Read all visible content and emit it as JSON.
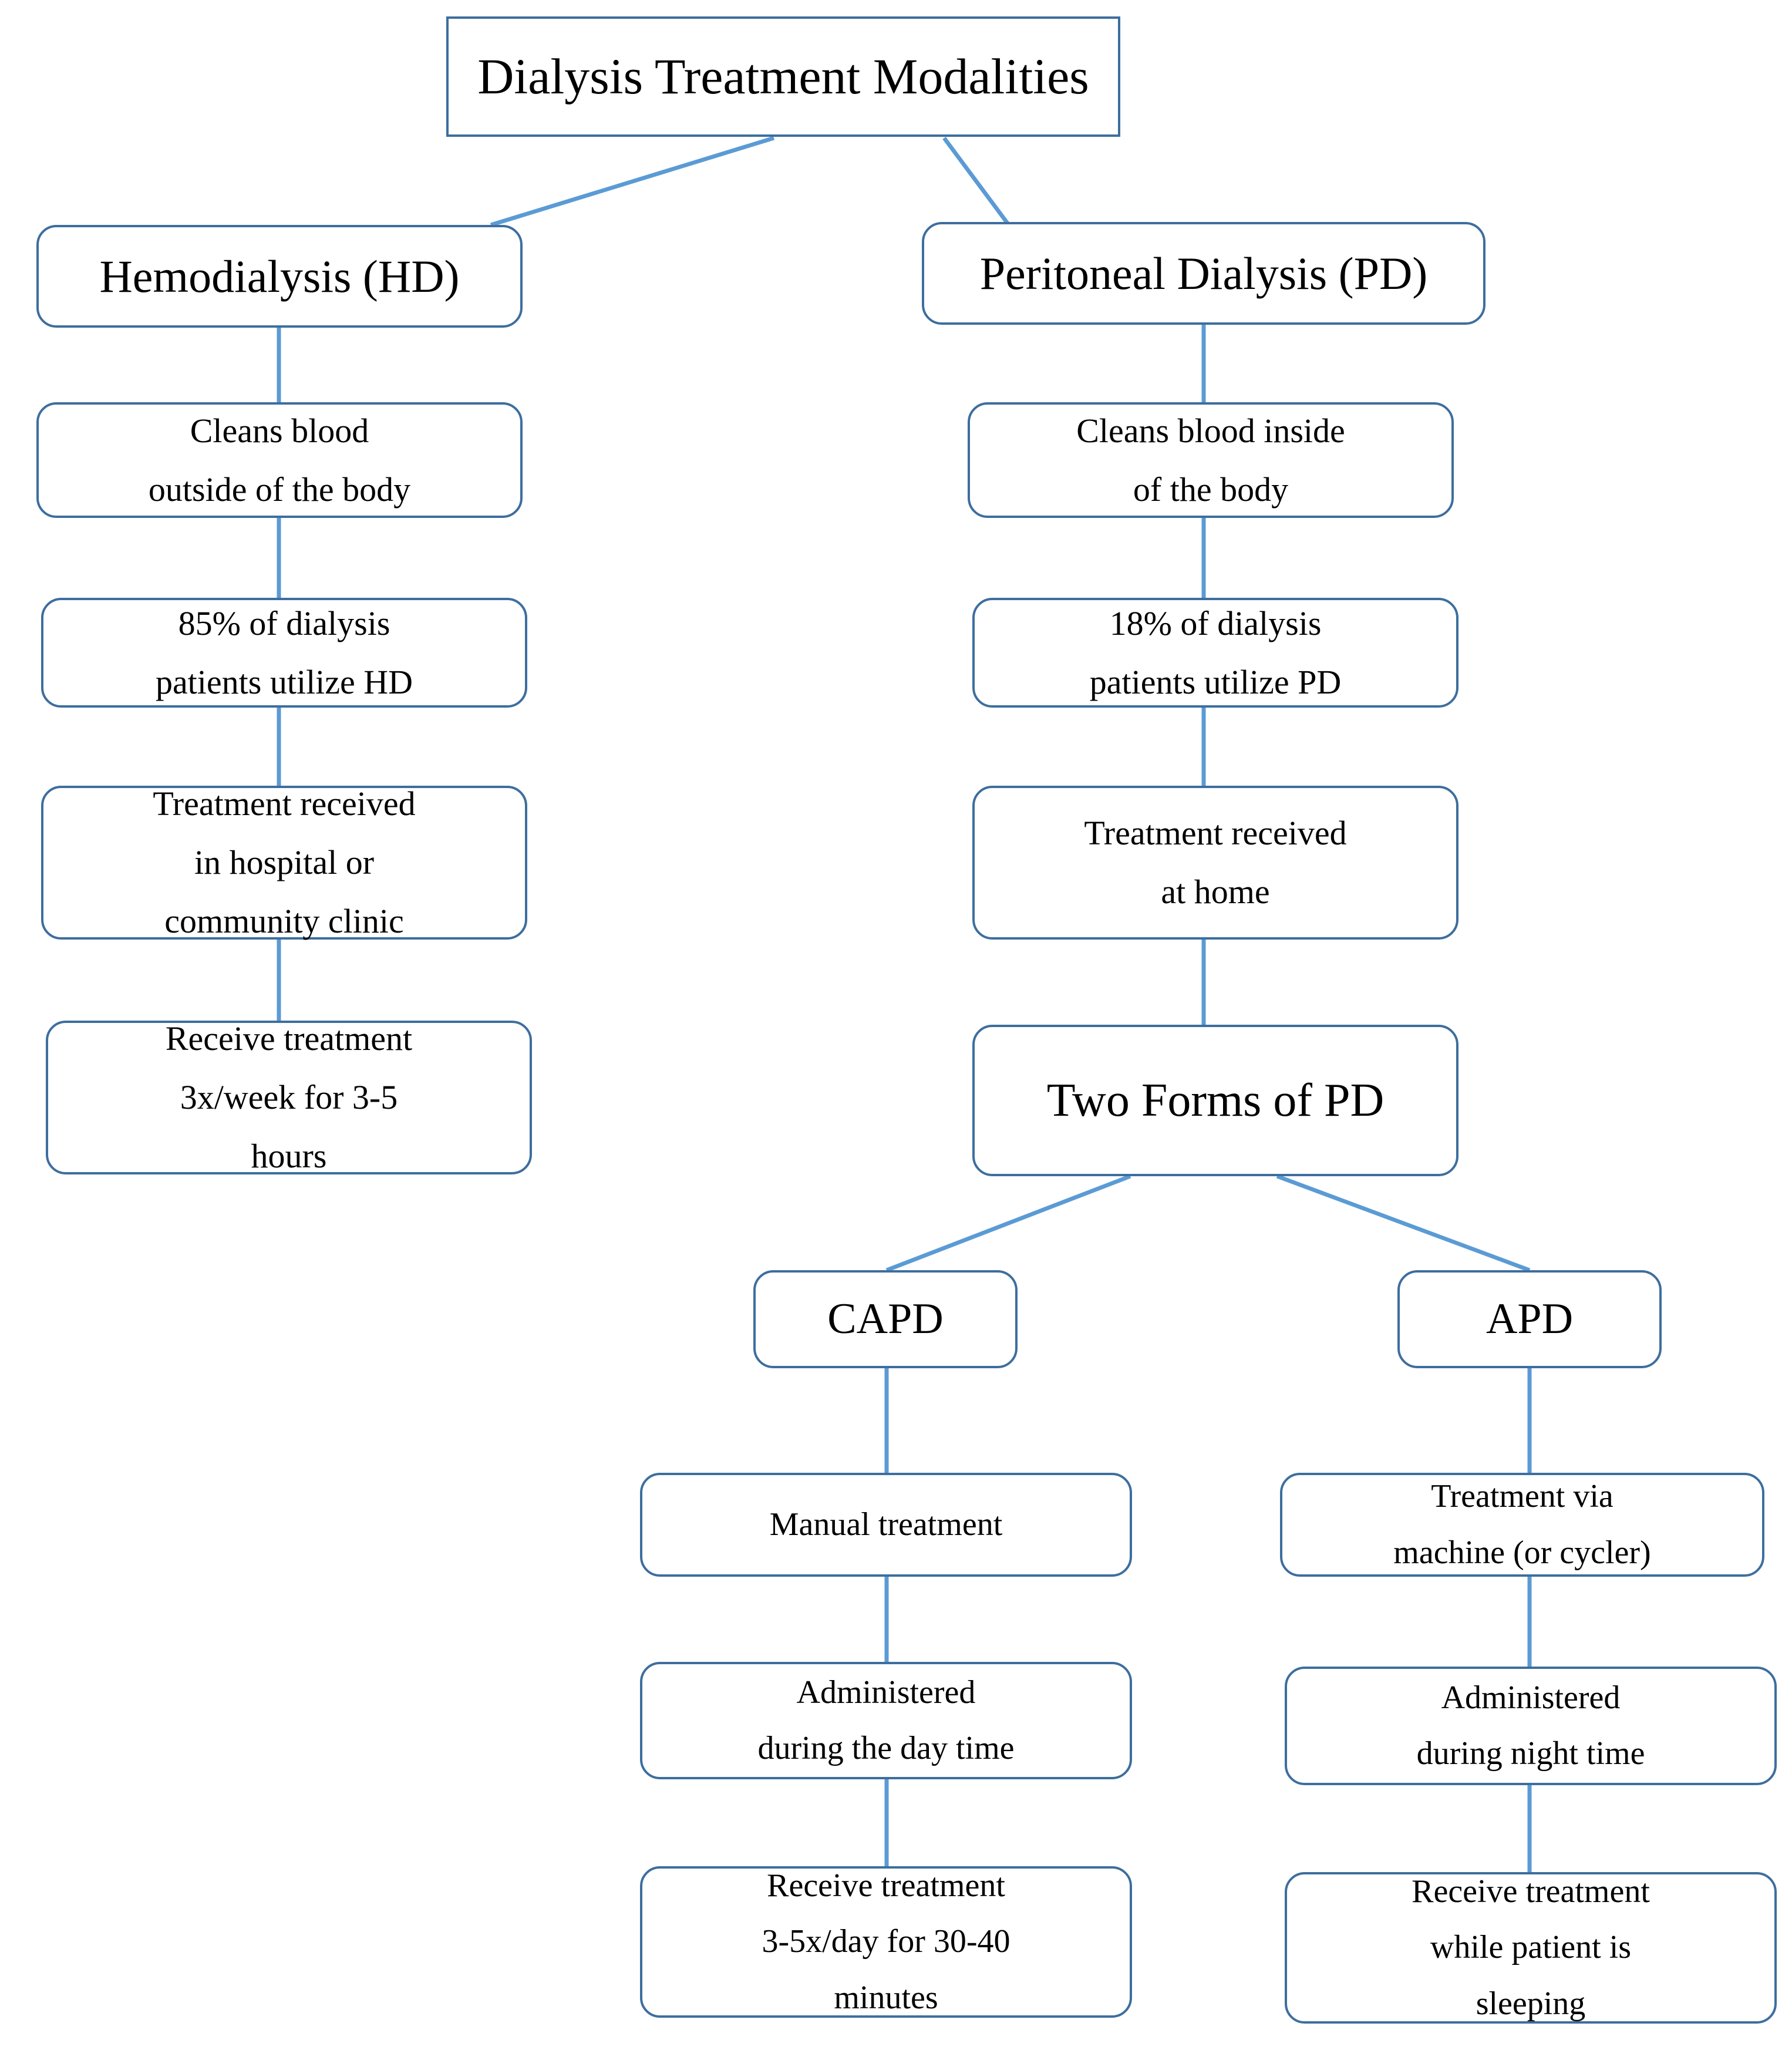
{
  "diagram": {
    "title": "Dialysis Treatment Modalities",
    "type": "flowchart",
    "colors": {
      "node_border": "#3d6e9e",
      "connector": "#5b9bd5",
      "node_fill": "#ffffff",
      "text": "#000000"
    },
    "nodes": {
      "root": {
        "label": "Dialysis Treatment Modalities"
      },
      "hd": {
        "label": "Hemodialysis (HD)"
      },
      "pd": {
        "label": "Peritoneal Dialysis (PD)"
      },
      "hd_1": {
        "line1": "Cleans blood",
        "line2": "outside of the body"
      },
      "hd_2": {
        "line1": "85% of dialysis",
        "line2": "patients utilize HD"
      },
      "hd_3": {
        "line1": "Treatment received",
        "line2": "in hospital or",
        "line3": "community clinic"
      },
      "hd_4": {
        "line1": "Receive treatment",
        "line2": "3x/week for 3-5",
        "line3": "hours"
      },
      "pd_1": {
        "line1": "Cleans blood inside",
        "line2": "of the body"
      },
      "pd_2": {
        "line1": "18% of dialysis",
        "line2": "patients utilize PD"
      },
      "pd_3": {
        "line1": "Treatment received",
        "line2": "at home"
      },
      "pd_forms": {
        "label": "Two Forms of PD"
      },
      "capd": {
        "label": "CAPD"
      },
      "apd": {
        "label": "APD"
      },
      "capd_1": {
        "line1": "Manual treatment"
      },
      "capd_2": {
        "line1": "Administered",
        "line2": "during the day time"
      },
      "capd_3": {
        "line1": "Receive treatment",
        "line2": "3-5x/day for 30-40",
        "line3": "minutes"
      },
      "apd_1": {
        "line1": "Treatment via",
        "line2": "machine (or cycler)"
      },
      "apd_2": {
        "line1": "Administered",
        "line2": "during night time"
      },
      "apd_3": {
        "line1": "Receive treatment",
        "line2": "while patient is",
        "line3": "sleeping"
      }
    }
  }
}
